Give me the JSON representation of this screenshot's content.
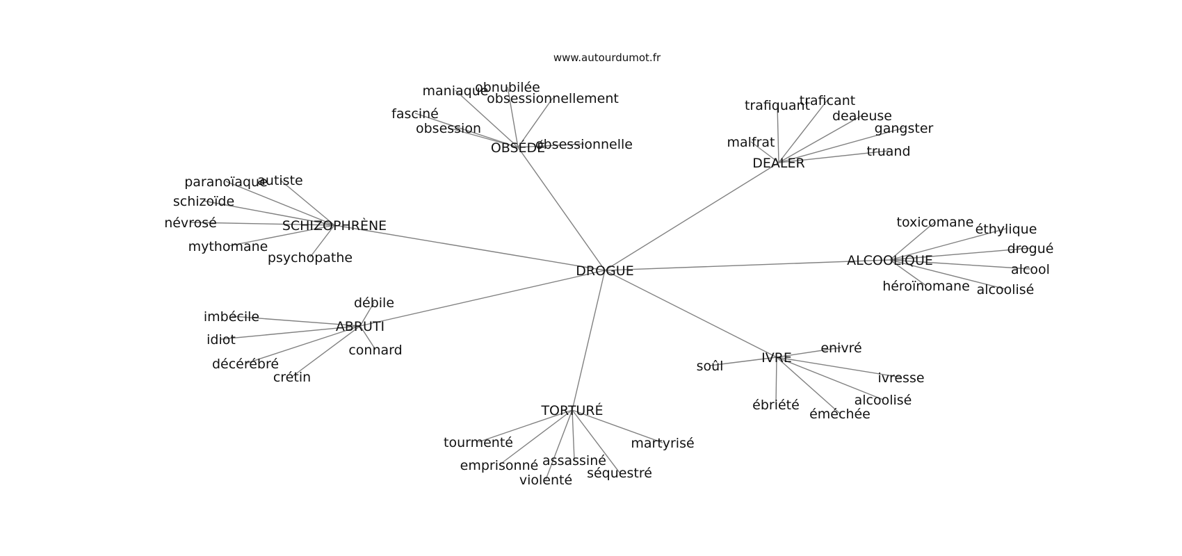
{
  "source": "www.autourdumot.fr",
  "colors": {
    "edge": "#808080",
    "text": "#111111",
    "background": "#ffffff"
  },
  "root": "DROGUE",
  "clusters": [
    {
      "hub": "OBSÉDÉ",
      "leaves": [
        "maniaque",
        "obnubilée",
        "obsessionnellement",
        "fasciné",
        "obsession",
        "obsessionnelle"
      ]
    },
    {
      "hub": "DEALER",
      "leaves": [
        "trafiquant",
        "traficant",
        "dealeuse",
        "gangster",
        "malfrat",
        "truand"
      ]
    },
    {
      "hub": "SCHIZOPHRÈNE",
      "leaves": [
        "paranoïaque",
        "autiste",
        "schizoïde",
        "névrosé",
        "mythomane",
        "psychopathe"
      ]
    },
    {
      "hub": "ALCOOLIQUE",
      "leaves": [
        "toxicomane",
        "éthylique",
        "drogué",
        "alcool",
        "héroïnomane",
        "alcoolisé"
      ]
    },
    {
      "hub": "ABRUTI",
      "leaves": [
        "débile",
        "imbécile",
        "idiot",
        "connard",
        "décérébré",
        "crétin"
      ]
    },
    {
      "hub": "IVRE",
      "leaves": [
        "enivré",
        "soûl",
        "ivresse",
        "alcoolisé",
        "ébriété",
        "éméchée"
      ]
    },
    {
      "hub": "TORTURÉ",
      "leaves": [
        "tourmenté",
        "martyrisé",
        "emprisonné",
        "assassiné",
        "violenté",
        "séquestré"
      ]
    }
  ]
}
